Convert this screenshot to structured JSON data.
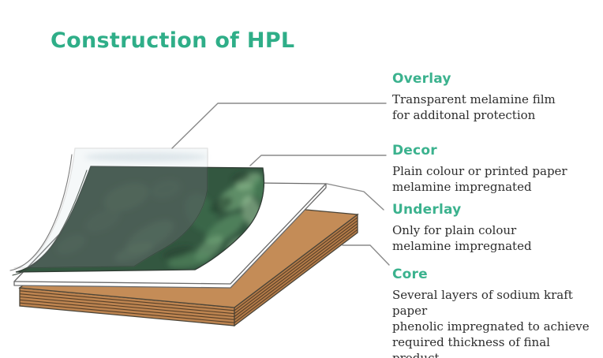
{
  "title": "Construction of HPL",
  "colors": {
    "title_green": "#2fae88",
    "accent_green": "#3bb28e",
    "body_text": "#2d2d2d",
    "connector_gray": "#8a8a8a",
    "decor_green_base": "#335740",
    "core_brown_top": "#c48c57",
    "core_brown_front": "#bd8450",
    "core_brown_right": "#b57c49",
    "sheet_white": "#ffffff"
  },
  "sections": [
    {
      "heading": "Overlay",
      "lines": [
        "Transparent melamine film",
        "for additonal protection"
      ]
    },
    {
      "heading": "Decor",
      "lines": [
        "Plain colour or printed paper",
        "melamine impregnated"
      ]
    },
    {
      "heading": "Underlay",
      "lines": [
        "Only for plain colour",
        "melamine impregnated"
      ]
    },
    {
      "heading": "Core",
      "lines": [
        "Several layers of sodium kraft paper",
        "phenolic impregnated to achieve",
        "required thickness of final product"
      ]
    }
  ]
}
